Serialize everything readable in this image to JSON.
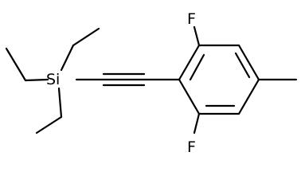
{
  "molecule": {
    "atoms": {
      "si": "Si",
      "f_top": "F",
      "f_bottom": "F"
    }
  }
}
